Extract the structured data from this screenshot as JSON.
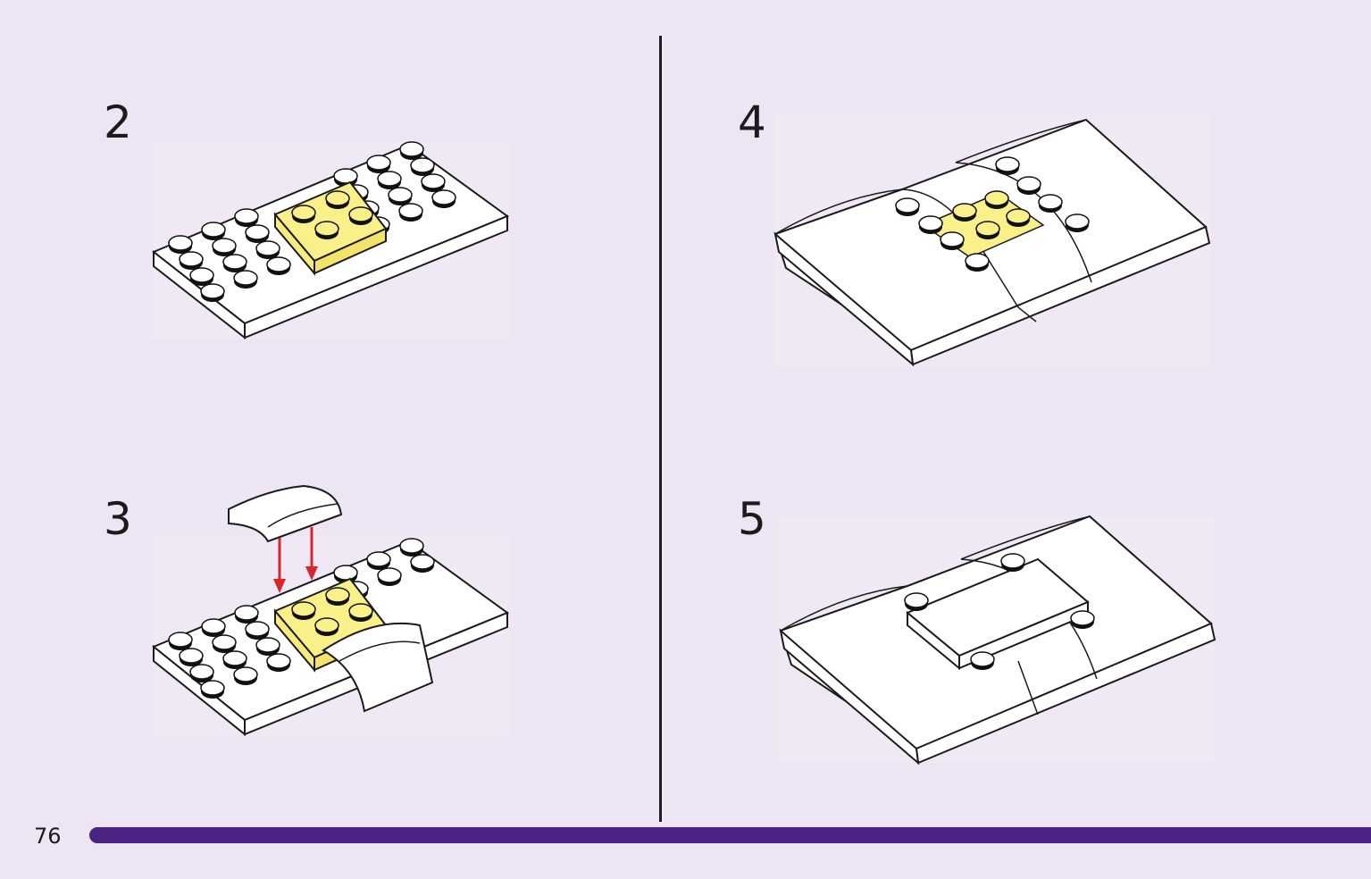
{
  "steps": [
    {
      "number": "2"
    },
    {
      "number": "3"
    },
    {
      "number": "4"
    },
    {
      "number": "5"
    }
  ],
  "page": {
    "number": "76"
  },
  "colors": {
    "background": "#ede5f3",
    "brick_white": "#ffffff",
    "brick_yellow": "#faf08a",
    "stud_black": "#111111",
    "arrow_red": "#d7262c",
    "page_bar": "#4a2384"
  },
  "icons": [
    "plate-4x8-white",
    "plate-2x2-yellow",
    "curved-slope-white",
    "tile-2x4-white",
    "down-arrow-red"
  ]
}
